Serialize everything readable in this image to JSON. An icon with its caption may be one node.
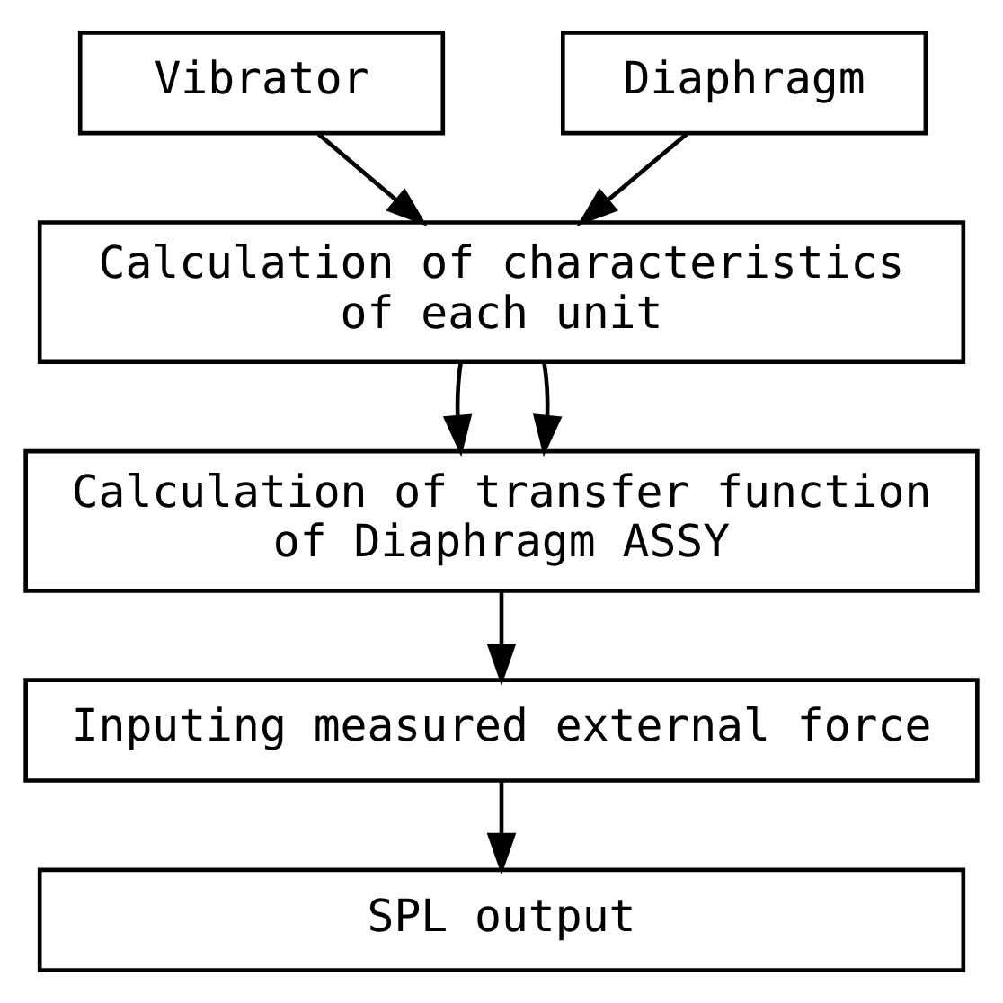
{
  "diagram": {
    "nodes": [
      {
        "text": [
          "Vibrator"
        ]
      },
      {
        "text": [
          "Diaphragm"
        ]
      },
      {
        "text": [
          "Calculation of characteristics of each unit"
        ]
      },
      {
        "text": [
          "Calculation of transfer function of Diaphragm ASSY"
        ]
      },
      {
        "text": [
          "Inputing measured external force"
        ]
      },
      {
        "text": [
          "SPL output"
        ]
      }
    ],
    "edges": [
      {
        "from": 0,
        "to": 2,
        "arrow": "to"
      },
      {
        "from": 1,
        "to": 2,
        "arrow": "to"
      },
      {
        "from": 2,
        "to": 3,
        "arrow": "to"
      },
      {
        "from": 2,
        "to": 3,
        "arrow": "to"
      },
      {
        "from": 3,
        "to": 4,
        "arrow": "to"
      },
      {
        "from": 4,
        "to": 5,
        "arrow": "to"
      }
    ]
  }
}
